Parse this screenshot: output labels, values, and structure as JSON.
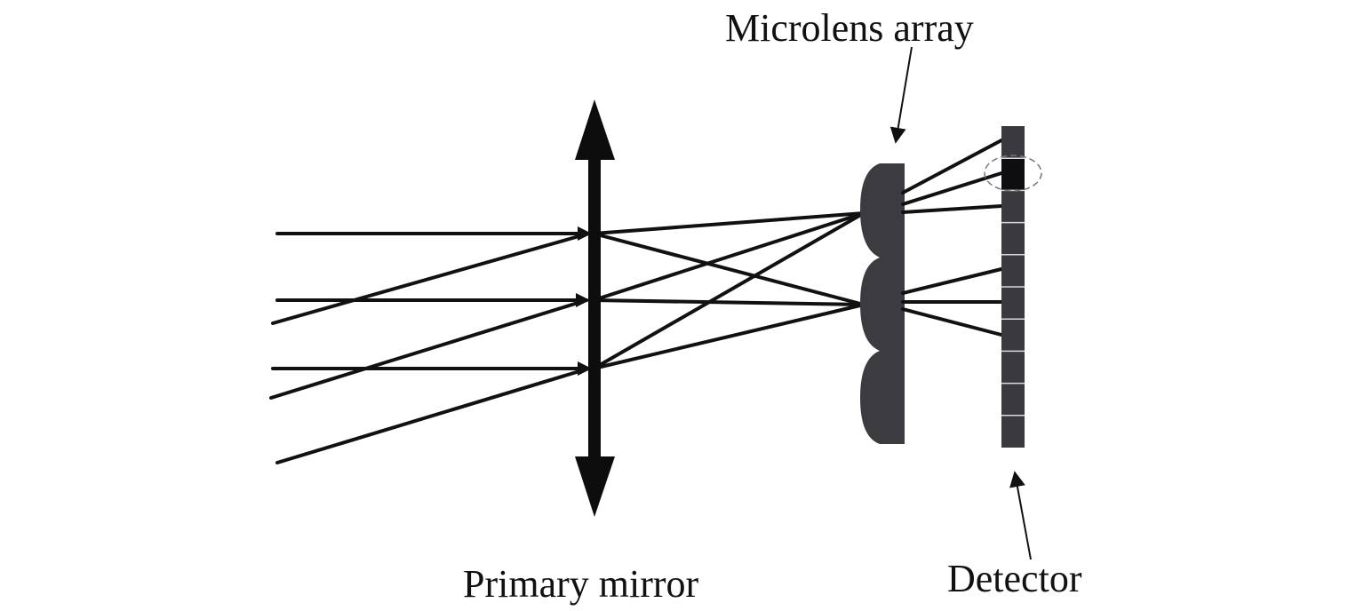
{
  "labels": {
    "microlens_array": "Microlens array",
    "primary_mirror": "Primary mirror",
    "detector": "Detector"
  },
  "colors": {
    "ray": "#111111",
    "lens_axis": "#0d0d0d",
    "microlens": "#3c3c40",
    "detector_cell": "#3a3a3e",
    "detector_cell_highlight": "#0e0e10",
    "detector_divider": "#d8d8dc",
    "highlight_circle": "#777777"
  },
  "icons": {
    "primary_mirror": "double-headed-arrow-lens-icon",
    "microlens": "plano-convex-lenslet-icon",
    "detector": "pixel-column-detector-icon"
  },
  "microlens_count": 3,
  "detector_pixel_count": 10,
  "highlighted_detector_pixel": 2
}
